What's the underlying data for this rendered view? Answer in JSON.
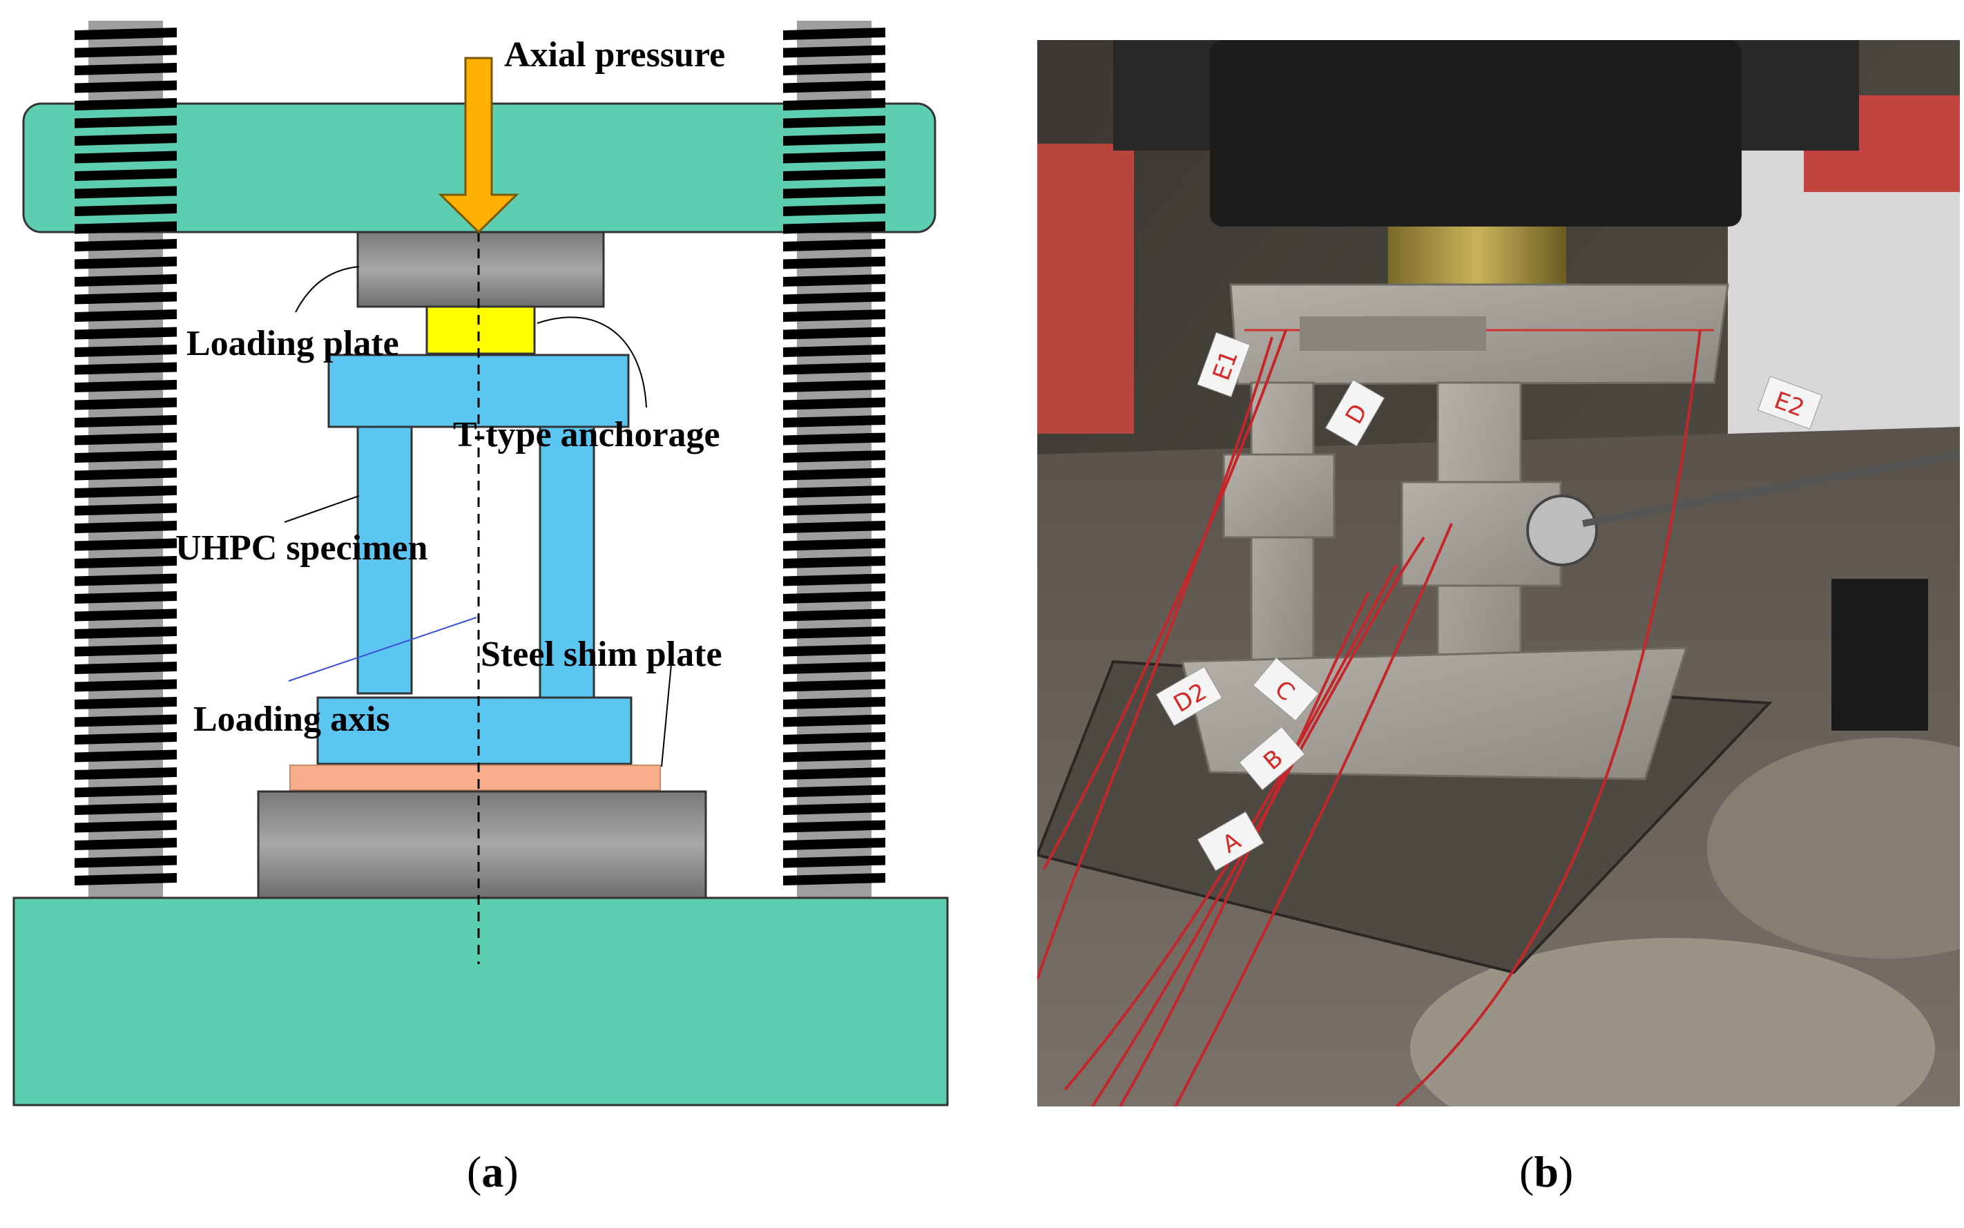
{
  "panel_a": {
    "labels": {
      "axial_pressure": "Axial pressure",
      "loading_plate": "Loading plate",
      "t_type_anchorage": "T-type anchorage",
      "uhpc_specimen": "UHPC specimen",
      "steel_shim_plate": "Steel shim plate",
      "loading_axis": "Loading axis"
    },
    "caption_letter": "a"
  },
  "panel_b": {
    "tags": [
      "E1",
      "E2",
      "D",
      "D2",
      "C",
      "B",
      "A"
    ],
    "caption_letter": "b"
  },
  "colors": {
    "frame_green": "#5dcfb0",
    "specimen_blue": "#5bc6f2",
    "arrow_orange": "#ffb000",
    "anchorage_yellow": "#ffff00",
    "shim_salmon": "#f9ad8b",
    "thread_black": "#000000",
    "rod_gray": "#9e9e9e"
  }
}
